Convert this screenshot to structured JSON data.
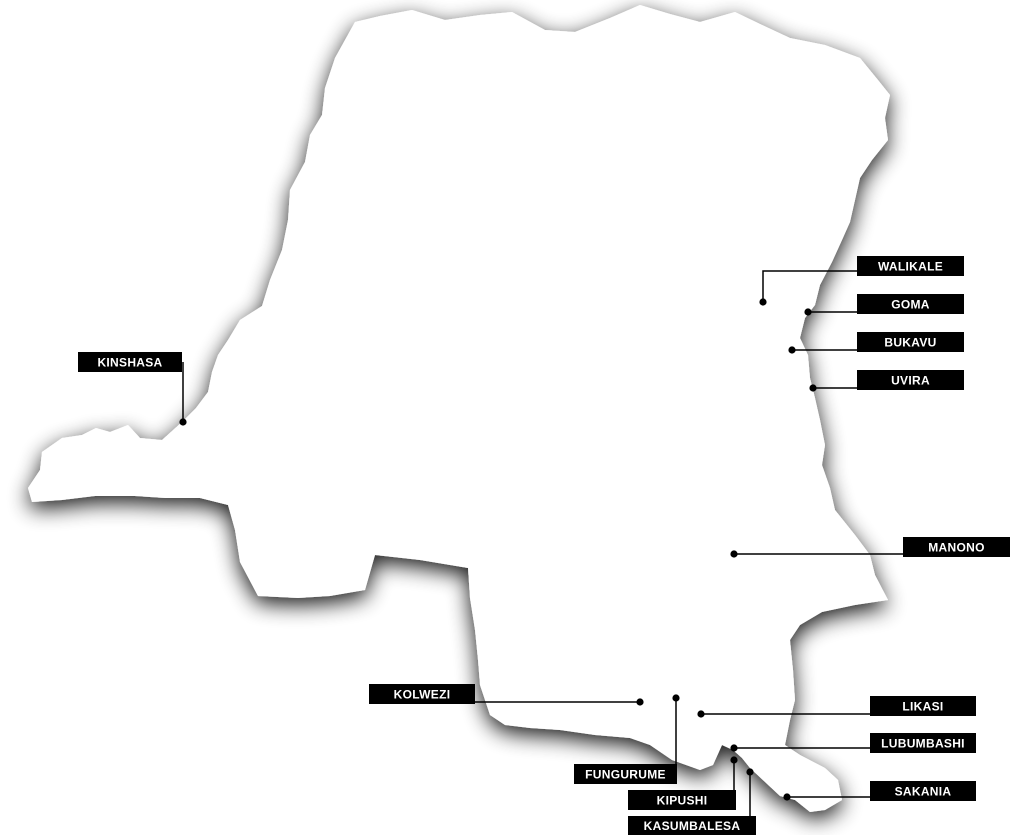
{
  "map": {
    "colors": {
      "background": "#ffffff",
      "land": "#ffffff",
      "shadow": "#000000",
      "label_bg": "#000000",
      "label_text": "#ffffff",
      "leader_line": "#000000"
    },
    "cities": [
      {
        "id": "kinshasa",
        "name": "KINSHASA"
      },
      {
        "id": "walikale",
        "name": "WALIKALE"
      },
      {
        "id": "goma",
        "name": "GOMA"
      },
      {
        "id": "bukavu",
        "name": "BUKAVU"
      },
      {
        "id": "uvira",
        "name": "UVIRA"
      },
      {
        "id": "manono",
        "name": "MANONO"
      },
      {
        "id": "kolwezi",
        "name": "KOLWEZI"
      },
      {
        "id": "likasi",
        "name": "LIKASI"
      },
      {
        "id": "lubumbashi",
        "name": "LUBUMBASHI"
      },
      {
        "id": "fungurume",
        "name": "FUNGURUME"
      },
      {
        "id": "kipushi",
        "name": "KIPUSHI"
      },
      {
        "id": "sakania",
        "name": "SAKANIA"
      },
      {
        "id": "kasumbalesa",
        "name": "KASUMBALESA"
      }
    ]
  }
}
